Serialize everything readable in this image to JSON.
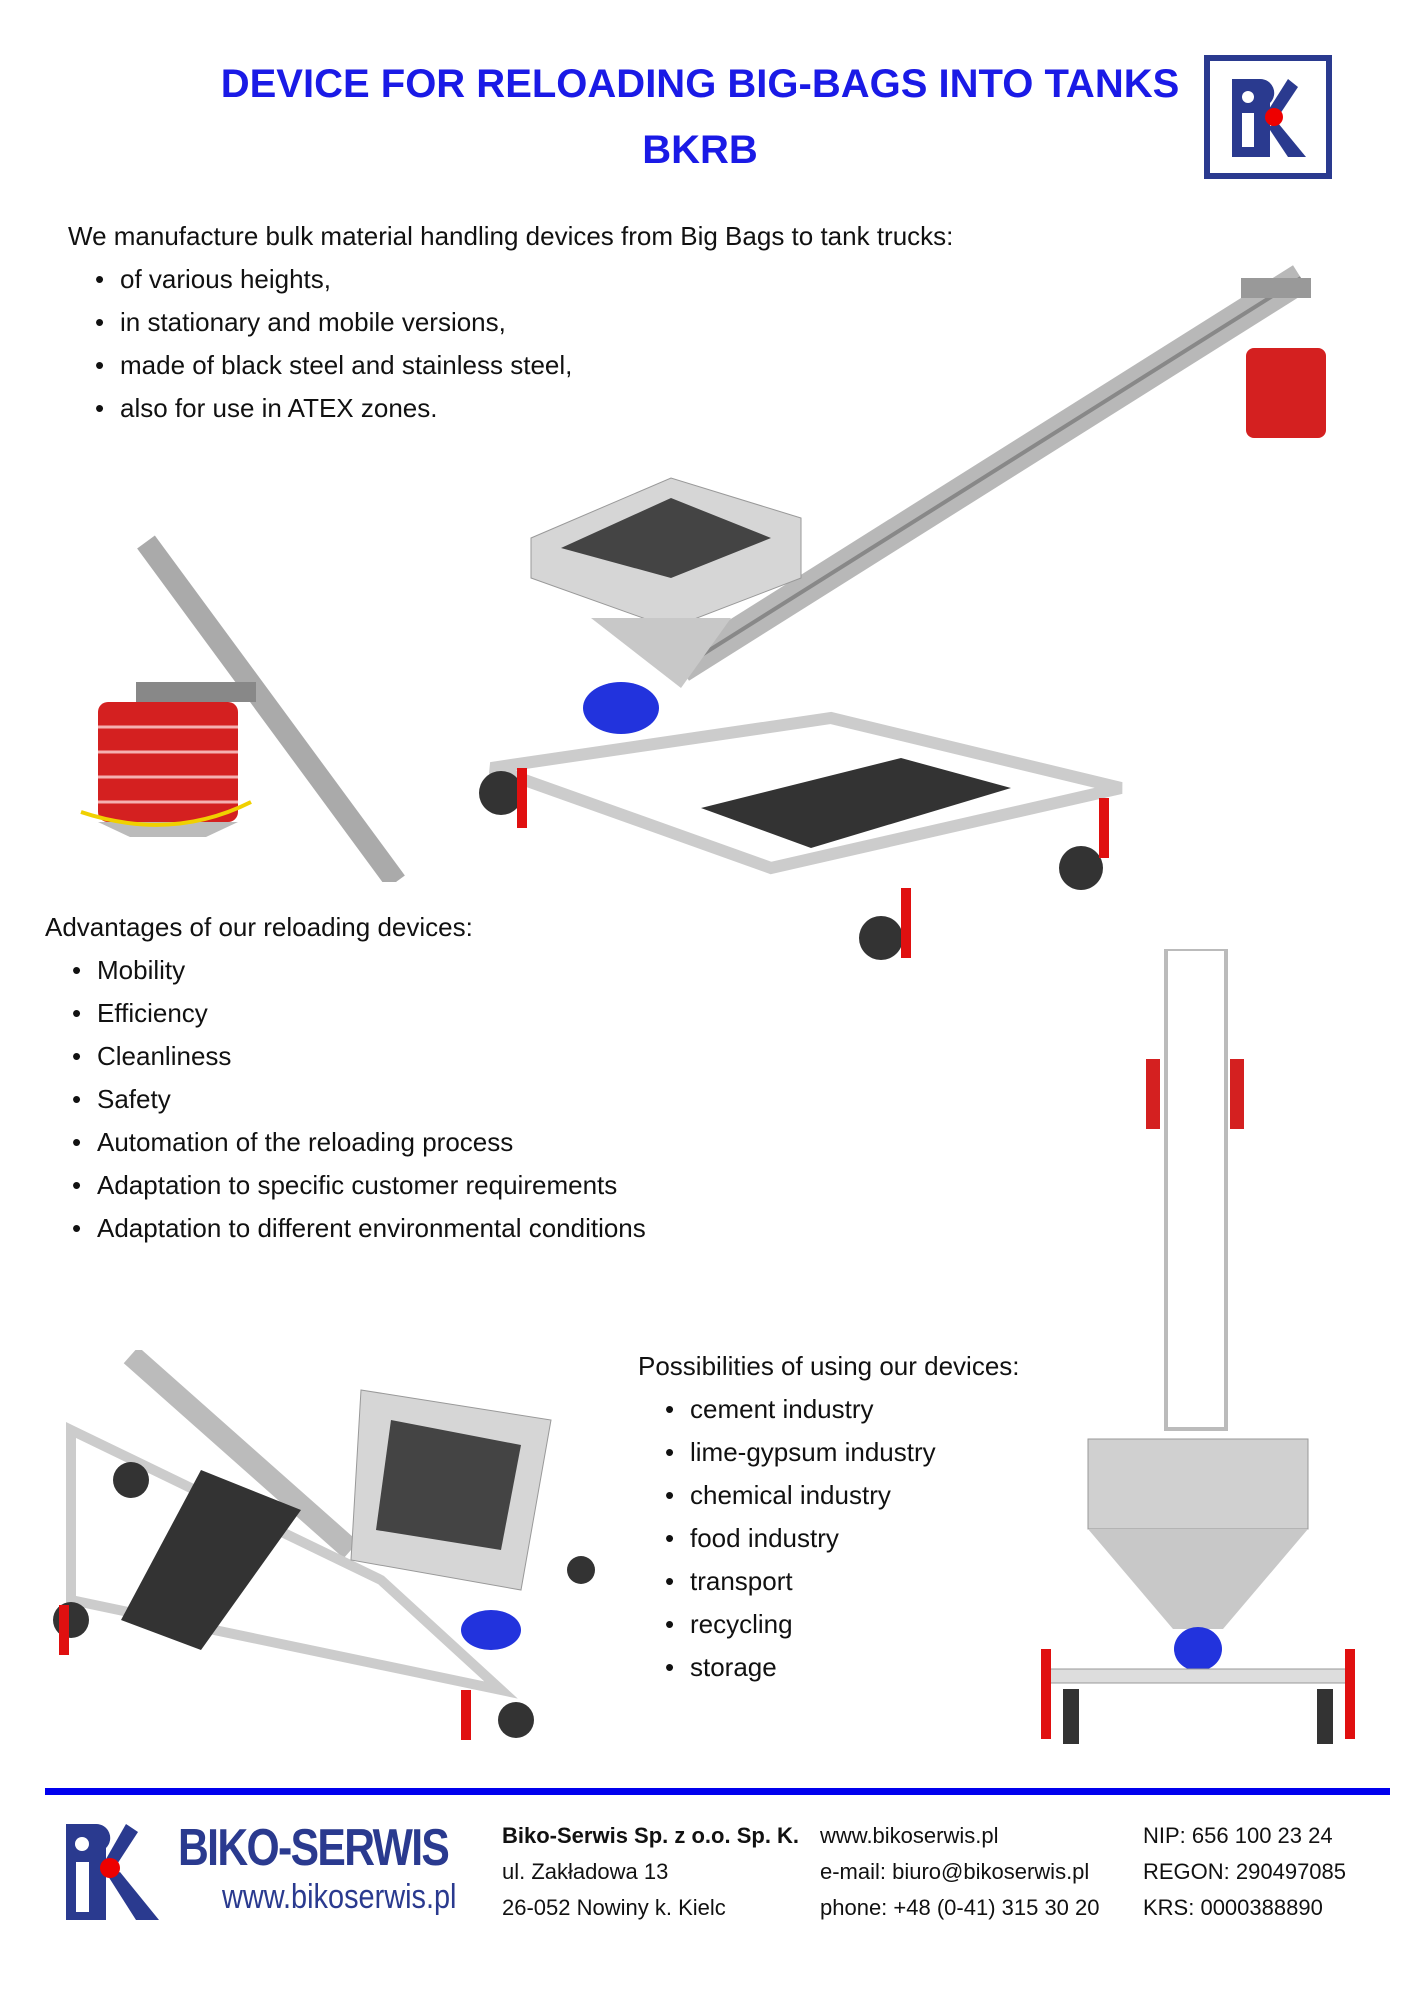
{
  "header": {
    "title_line1": "DEVICE FOR RELOADING BIG-BAGS INTO TANKS",
    "title_line2": "BKRB",
    "logo_text": "BK"
  },
  "intro": {
    "text": "We manufacture bulk material handling devices from Big Bags to tank trucks:",
    "items": [
      "of various heights,",
      "in stationary and mobile versions,",
      "made of black steel and stainless steel,",
      "also for use in ATEX zones."
    ]
  },
  "advantages": {
    "heading": "Advantages of our reloading devices:",
    "items": [
      "Mobility",
      "Efficiency",
      "Cleanliness",
      "Safety",
      "Automation of the reloading process",
      "Adaptation to specific customer requirements",
      "Adaptation to different environmental conditions"
    ]
  },
  "possibilities": {
    "heading": "Possibilities of using our devices:",
    "items": [
      "cement industry",
      "lime-gypsum industry",
      "chemical industry",
      "food industry",
      "transport",
      "recycling",
      "storage"
    ]
  },
  "footer": {
    "brand": "BIKO-SERWIS",
    "brand_url": "www.bikoserwis.pl",
    "company": "Biko-Serwis Sp. z o.o. Sp. K.",
    "street": "ul. Zakładowa 13",
    "city": "26-052 Nowiny k. Kielc",
    "website": "www.bikoserwis.pl",
    "email": "e-mail: biuro@bikoserwis.pl",
    "phone": "phone: +48 (0-41) 315 30 20",
    "nip": "NIP: 656 100 23 24",
    "regon": "REGON: 290497085",
    "krs": "KRS: 0000388890"
  },
  "colors": {
    "accent": "#1a1ae6",
    "logo_blue": "#2a3a8f",
    "logo_dot": "#ee0000",
    "rule": "#0000ee"
  }
}
